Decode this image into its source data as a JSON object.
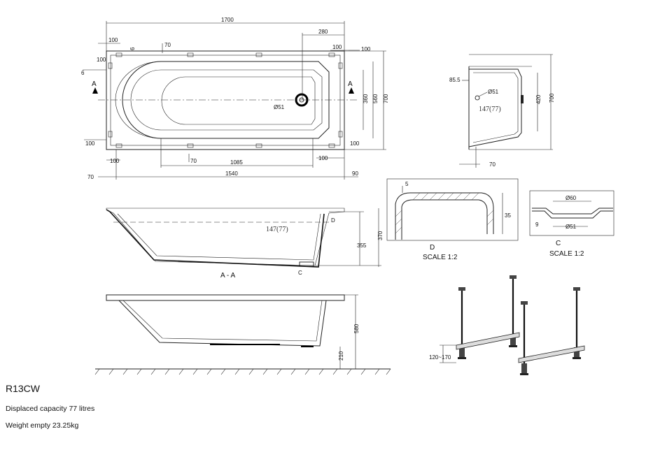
{
  "title": "R13CW",
  "specs": {
    "capacity": "Displaced capacity 77 litres",
    "weight": "Weight empty 23.25kg"
  },
  "plan": {
    "overall_length": "1700",
    "d280": "280",
    "d100_tl": "100",
    "d100_tr": "100",
    "d100_r": "100",
    "d100_left": "100",
    "d100_bl": "100",
    "d100_bottom_l": "100",
    "d100_bottom_r": "100",
    "d100_right_low": "100",
    "d70_top": "70",
    "d6": "6",
    "d70_bottom": "70",
    "d70_left": "70",
    "d1085": "1085",
    "d1540": "1540",
    "d90": "90",
    "d360": "360",
    "d560": "560",
    "d700": "700",
    "waste": "Ø51",
    "section_a_left": "A",
    "section_a_right": "A"
  },
  "end_view": {
    "d85": "85.5",
    "waste": "Ø51",
    "depth_note": "147(77)",
    "d420": "420",
    "d700": "700",
    "d70": "70"
  },
  "detail_d": {
    "d5": "5",
    "d35": "35",
    "label": "D",
    "scale": "SCALE 1:2"
  },
  "detail_c": {
    "d60": "Ø60",
    "d9": "9",
    "d51": "Ø51",
    "label": "C",
    "scale": "SCALE 1:2"
  },
  "section": {
    "depth_note": "147(77)",
    "d355": "355",
    "d370": "370",
    "marker_d": "D",
    "marker_c": "C",
    "label": "A - A"
  },
  "elevation": {
    "d580": "580",
    "d210": "210"
  },
  "legs": {
    "adjust": "120~170"
  }
}
